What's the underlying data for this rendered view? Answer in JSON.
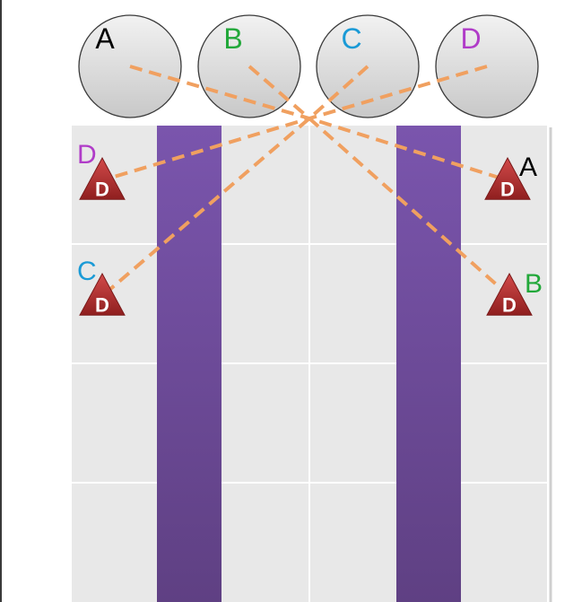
{
  "circles": [
    {
      "label": "A",
      "color": "#000000"
    },
    {
      "label": "B",
      "color": "#22a83a"
    },
    {
      "label": "C",
      "color": "#1a9ad6"
    },
    {
      "label": "D",
      "color": "#b03cc8"
    }
  ],
  "markers": [
    {
      "name": "D",
      "label": "D",
      "label_color": "#b03cc8",
      "side": "left",
      "row": 1
    },
    {
      "name": "C",
      "label": "C",
      "label_color": "#1a9ad6",
      "side": "left",
      "row": 2
    },
    {
      "name": "A",
      "label": "A",
      "label_color": "#000000",
      "side": "right",
      "row": 1
    },
    {
      "name": "B",
      "label": "B",
      "label_color": "#22a83a",
      "side": "right",
      "row": 2
    }
  ],
  "marker_glyph": "D",
  "colors": {
    "grid_bg": "#e8e8e8",
    "grid_line": "#ffffff",
    "column": "#6e4a9e",
    "circle_fill": "#dcdcdc",
    "connector": "#f0a060",
    "marker_fill": "#b83030"
  }
}
